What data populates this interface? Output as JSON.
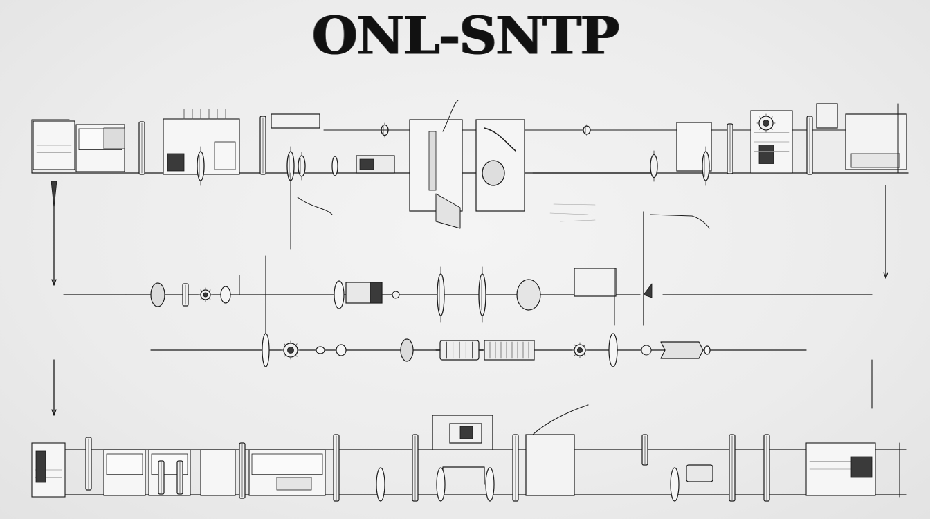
{
  "title": "ONL-SNTP",
  "colors": {
    "ink": "#1a1a1a",
    "mid": "#555555",
    "light": "#9a9a9a",
    "paper": "#ededed",
    "component_fill": "#f6f6f6",
    "dark_fill": "#3a3a3a"
  },
  "icons": {
    "flow_arrow": "down-arrow-icon",
    "pipe_valve": "valve-icon",
    "flange": "flange-icon",
    "pump": "pump-icon",
    "cabinet": "equipment-cabinet-icon",
    "motor": "motor-icon"
  },
  "rows": [
    "row-1-top-process-line",
    "row-2-middle-line",
    "row-3-lower-middle-line",
    "row-4-bottom-process-line"
  ]
}
